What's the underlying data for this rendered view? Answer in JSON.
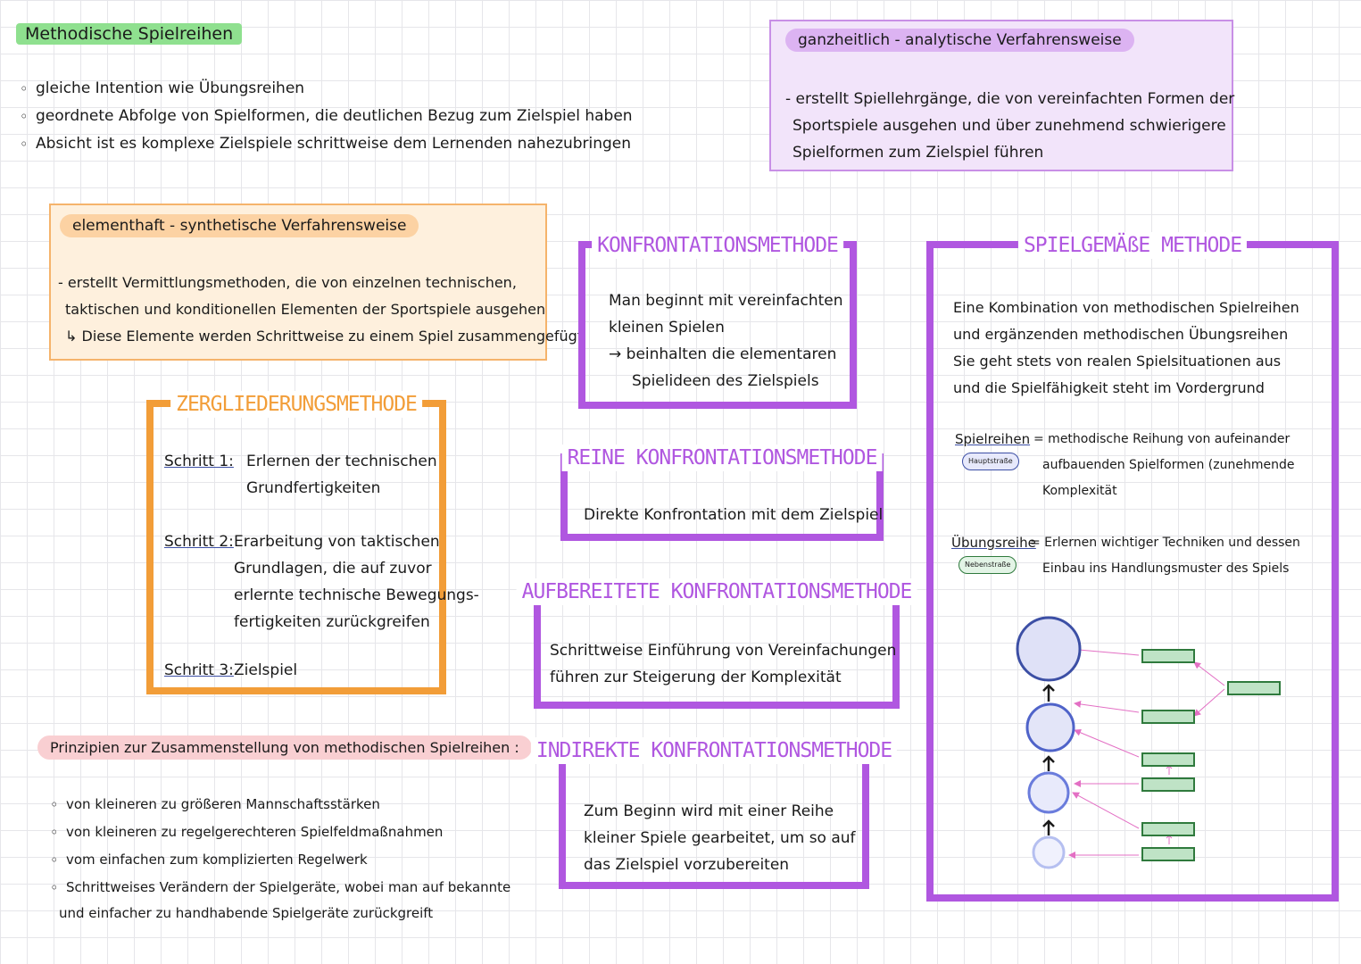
{
  "title": "Methodische Spielreihen",
  "intro_bullets": [
    "gleiche Intention wie Übungsreihen",
    "geordnete Abfolge von Spielformen, die deutlichen Bezug zum Zielspiel haben",
    "Absicht ist es komplexe Zielspiele schrittweise dem Lernenden nahezubringen"
  ],
  "ganzheitlich": {
    "title": "ganzheitlich - analytische Verfahrensweise",
    "lines": [
      "- erstellt Spiellehrgänge, die von vereinfachten Formen der",
      "Sportspiele ausgehen und über zunehmend schwierigere",
      "Spielformen zum Zielspiel führen"
    ]
  },
  "elementhaft": {
    "title": "elementhaft - synthetische Verfahrensweise",
    "lines": [
      "- erstellt Vermittlungsmethoden, die von einzelnen technischen,",
      "taktischen und konditionellen Elementen der Sportspiele ausgehen",
      "↳ Diese Elemente werden Schrittweise zu einem Spiel zusammengefügt"
    ]
  },
  "zergliederung": {
    "title": "ZERGLIEDERUNGSMETHODE",
    "steps": [
      {
        "label": "Schritt 1:",
        "lines": [
          "Erlernen der technischen",
          "Grundfertigkeiten"
        ]
      },
      {
        "label": "Schritt 2:",
        "lines": [
          "Erarbeitung von taktischen",
          "Grundlagen, die auf zuvor",
          "erlernte technische Bewegungs-",
          "fertigkeiten zurückgreifen"
        ]
      },
      {
        "label": "Schritt 3:",
        "lines": [
          "Zielspiel"
        ]
      }
    ]
  },
  "prinzipien": {
    "title": "Prinzipien zur Zusammenstellung von methodischen Spielreihen :",
    "bullets": [
      "von kleineren zu größeren Mannschaftsstärken",
      "von kleineren zu regelgerechteren Spielfeldmaßnahmen",
      "vom einfachen zum komplizierten Regelwerk",
      "Schrittweises Verändern der Spielgeräte, wobei man auf bekannte"
    ],
    "continuation": "und einfacher zu handhabende Spielgeräte zurückgreift"
  },
  "konfrontation": {
    "title": "KONFRONTATIONSMETHODE",
    "lines": [
      "Man beginnt mit vereinfachten",
      "kleinen Spielen",
      "→ beinhalten die elementaren",
      "Spielideen des Zielspiels"
    ]
  },
  "reine": {
    "title": "REINE KONFRONTATIONSMETHODE",
    "lines": [
      "Direkte Konfrontation mit dem Zielspiel"
    ]
  },
  "aufbereitete": {
    "title": "AUFBEREITETE KONFRONTATIONSMETHODE",
    "lines": [
      "Schrittweise Einführung von Vereinfachungen",
      "führen zur Steigerung der Komplexität"
    ]
  },
  "indirekte": {
    "title": "INDIREKTE KONFRONTATIONSMETHODE",
    "lines": [
      "Zum Beginn wird mit einer Reihe",
      "kleiner Spiele gearbeitet, um so auf",
      "das Zielspiel vorzubereiten"
    ]
  },
  "spielgemaesse": {
    "title": "SPIELGEMÄßE METHODE",
    "lines": [
      "Eine Kombination von methodischen Spielreihen",
      "und ergänzenden methodischen Übungsreihen",
      "Sie geht stets von realen Spielsituationen aus",
      "und die Spielfähigkeit steht im Vordergrund"
    ],
    "spielreihen": {
      "term": "Spielreihen",
      "badge": "Hauptstraße",
      "lines": [
        "= methodische Reihung von aufeinander",
        "aufbauenden Spielformen (zunehmende",
        "Komplexität"
      ]
    },
    "uebungsreihe": {
      "term": "Übungsreihe",
      "badge": "Nebenstraße",
      "lines": [
        "= Erlernen wichtiger Techniken und dessen",
        "Einbau ins Handlungsmuster des Spiels"
      ]
    }
  },
  "colors": {
    "green": "#6fd46f",
    "purple": "#b057e0",
    "orange": "#f29d38",
    "lavender": "#e4c8f5",
    "peach": "#fde5c8",
    "pink": "#f7c8cb",
    "blue": "#3c4fa5"
  }
}
